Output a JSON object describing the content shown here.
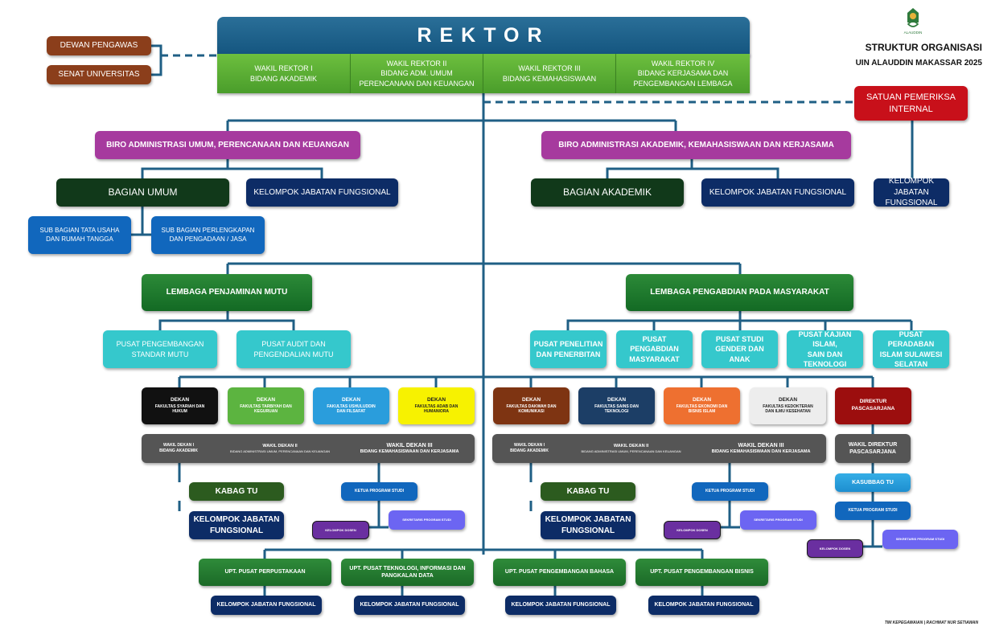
{
  "header": {
    "title": "STRUKTUR ORGANISASI",
    "subtitle": "UIN ALAUDDIN MAKASSAR 2025",
    "logo_icon": "uin-alauddin-logo",
    "logo_caption": "ALAUDDIN"
  },
  "rektor": {
    "title": "REKTOR",
    "wakil": [
      {
        "line1": "WAKIL REKTOR I",
        "line2": "BIDANG AKADEMIK",
        "line3": ""
      },
      {
        "line1": "WAKIL REKTOR II",
        "line2": "BIDANG ADM. UMUM",
        "line3": "PERENCANAAN DAN KEUANGAN"
      },
      {
        "line1": "WAKIL REKTOR III",
        "line2": "BIDANG KEMAHASISWAAN",
        "line3": ""
      },
      {
        "line1": "WAKIL REKTOR IV",
        "line2": "BIDANG KERJASAMA DAN",
        "line3": "PENGEMBANGAN LEMBAGA"
      }
    ]
  },
  "advisory": {
    "dewan": "DEWAN PENGAWAS",
    "senat": "SENAT UNIVERSITAS"
  },
  "spi": {
    "line1": "SATUAN PEMERIKSA",
    "line2": "INTERNAL",
    "kjf_line1": "KELOMPOK JABATAN",
    "kjf_line2": "FUNGSIONAL"
  },
  "biro_umum": {
    "title": "BIRO ADMINISTRASI UMUM, PERENCANAAN DAN KEUANGAN",
    "bagian": "BAGIAN UMUM",
    "kjf": "KELOMPOK JABATAN FUNGSIONAL",
    "sub1_line1": "SUB BAGIAN TATA USAHA",
    "sub1_line2": "DAN RUMAH TANGGA",
    "sub2_line1": "SUB BAGIAN PERLENGKAPAN",
    "sub2_line2": "DAN PENGADAAN / JASA"
  },
  "biro_akademik": {
    "title": "BIRO ADMINISTRASI AKADEMIK, KEMAHASISWAAN DAN KERJASAMA",
    "bagian": "BAGIAN AKADEMIK",
    "kjf": "KELOMPOK JABATAN FUNGSIONAL"
  },
  "lpm": {
    "title": "LEMBAGA PENJAMINAN MUTU",
    "pusat": [
      {
        "line1": "PUSAT PENGEMBANGAN",
        "line2": "STANDAR MUTU",
        "line3": ""
      },
      {
        "line1": "PUSAT AUDIT DAN",
        "line2": "PENGENDALIAN MUTU",
        "line3": ""
      }
    ]
  },
  "lppm": {
    "title": "LEMBAGA PENGABDIAN PADA MASYARAKAT",
    "pusat": [
      {
        "line1": "PUSAT PENELITIAN",
        "line2": "DAN PENERBITAN",
        "line3": ""
      },
      {
        "line1": "PUSAT PENGABDIAN",
        "line2": "MASYARAKAT",
        "line3": ""
      },
      {
        "line1": "PUSAT STUDI",
        "line2": "GENDER DAN ANAK",
        "line3": ""
      },
      {
        "line1": "PUSAT KAJIAN ISLAM,",
        "line2": "SAIN DAN",
        "line3": "TEKNOLOGI"
      },
      {
        "line1": "PUSAT PERADABAN",
        "line2": "ISLAM SULAWESI",
        "line3": "SELATAN"
      }
    ]
  },
  "faculties": [
    {
      "head": "DEKAN",
      "line1": "FAKULTAS SYARIAH DAN",
      "line2": "HUKUM",
      "color": "#111111",
      "text": "#ffffff"
    },
    {
      "head": "DEKAN",
      "line1": "FAKULTAS TARBIYAH DAN",
      "line2": "KEGURUAN",
      "color": "#5cb440",
      "text": "#ffffff"
    },
    {
      "head": "DEKAN",
      "line1": "FAKULTAS USHULUDDIN",
      "line2": "DAN FILSAFAT",
      "color": "#2a9ddc",
      "text": "#ffffff"
    },
    {
      "head": "DEKAN",
      "line1": "FAKULTAS ADAB DAN",
      "line2": "HUMANIORA",
      "color": "#f7f200",
      "text": "#222222"
    },
    {
      "head": "DEKAN",
      "line1": "FAKULTAS DAKWAH DAN",
      "line2": "KOMUNIKASI",
      "color": "#7e3412",
      "text": "#ffffff"
    },
    {
      "head": "DEKAN",
      "line1": "FAKULTAS SAINS DAN",
      "line2": "TEKNOLOGI",
      "color": "#1c3e66",
      "text": "#ffffff"
    },
    {
      "head": "DEKAN",
      "line1": "FAKULTAS EKONOMI DAN",
      "line2": "BISNIS ISLAM",
      "color": "#ee7030",
      "text": "#ffffff"
    },
    {
      "head": "DEKAN",
      "line1": "FAKULTAS KEDOKTERAN",
      "line2": "DAN ILMU KESEHATAN",
      "color": "#ededed",
      "text": "#222222"
    },
    {
      "head": "DIREKTUR",
      "line1": "PASCASARJANA",
      "line2": "",
      "color": "#9c0e0e",
      "text": "#ffffff"
    }
  ],
  "wakil_dekan": {
    "wd1_line1": "WAKIL DEKAN I",
    "wd1_line2": "BIDANG AKADEMIK",
    "wd2_line1": "WAKIL DEKAN II",
    "wd2_line2": "BIDANG ADMINISTRASI UMUM, PERENCANAAN DAN KEUANGAN",
    "wd3_line1": "WAKIL DEKAN III",
    "wd3_line2": "BIDANG KEMAHASISWAAN DAN KERJASAMA",
    "wadir_line1": "WAKIL DIREKTUR",
    "wadir_line2": "PASCASARJANA"
  },
  "faculty_units": {
    "kabag": "KABAG TU",
    "kjf_line1": "KELOMPOK JABATAN",
    "kjf_line2": "FUNGSIONAL",
    "kaprodi": "KETUA PROGRAM STUDI",
    "sekprodi": "SEKRETARIS PROGRAM STUDI",
    "dosen": "KELOMPOK DOSEN",
    "kasubbag": "KASUBBAG TU"
  },
  "upt": [
    {
      "line1": "UPT. PUSAT PERPUSTAKAAN",
      "line2": "",
      "kjf": "KELOMPOK JABATAN FUNGSIONAL"
    },
    {
      "line1": "UPT. PUSAT TEKNOLOGI, INFORMASI DAN",
      "line2": "PANGKALAN DATA",
      "kjf": "KELOMPOK JABATAN FUNGSIONAL"
    },
    {
      "line1": "UPT. PUSAT PENGEMBANGAN BAHASA",
      "line2": "",
      "kjf": "KELOMPOK JABATAN FUNGSIONAL"
    },
    {
      "line1": "UPT. PUSAT PENGEMBANGAN BISNIS",
      "line2": "",
      "kjf": "KELOMPOK JABATAN FUNGSIONAL"
    }
  ],
  "credit": "TIM KEPEGAWAIAN | RACHMAT NUR SETIAWAN",
  "colors": {
    "connector": "#1f5f85",
    "rektor": "#1a5f88",
    "wakil_rektor": "#5cb03a",
    "biro": "#a63a9e",
    "spi": "#c8101a"
  }
}
